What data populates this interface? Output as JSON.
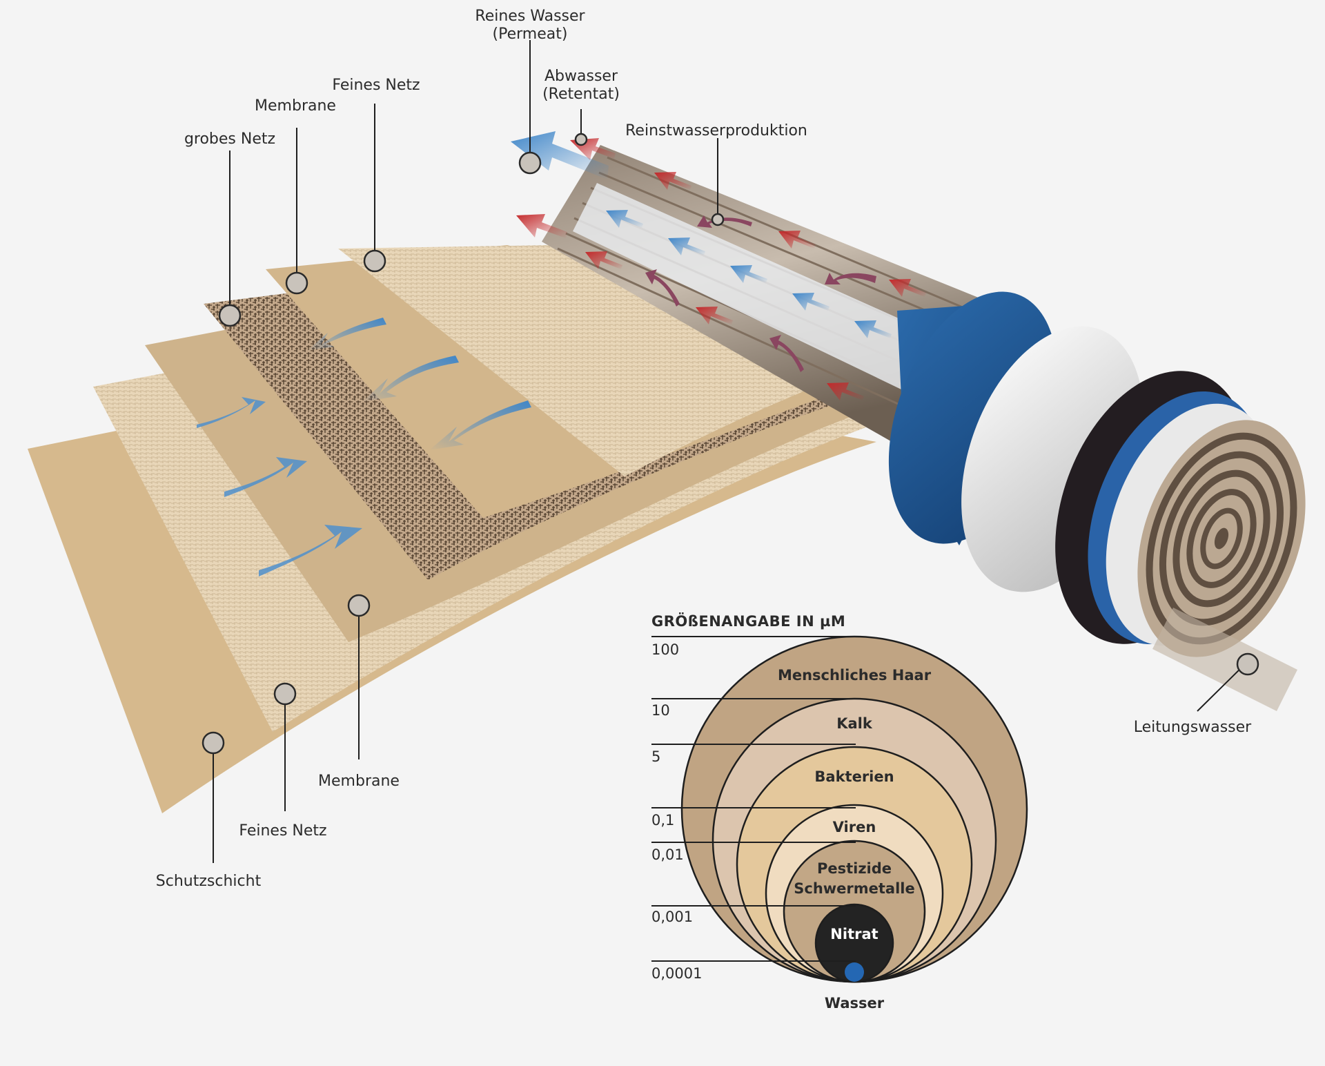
{
  "labels": {
    "reines_wasser_1": "Reines Wasser",
    "reines_wasser_2": "(Permeat)",
    "abwasser_1": "Abwasser",
    "abwasser_2": "(Retentat)",
    "reinstwasser": "Reinstwasserproduktion",
    "feines_netz_top": "Feines Netz",
    "membrane_top": "Membrane",
    "grobes_netz": "grobes Netz",
    "leitungswasser": "Leitungswasser",
    "membrane_bottom": "Membrane",
    "feines_netz_bottom": "Feines Netz",
    "schutzschicht": "Schutzschicht"
  },
  "scale": {
    "title": "GRÖßENANGABE IN µM",
    "ticks": [
      "100",
      "10",
      "5",
      "0,1",
      "0,01",
      "0,001",
      "0,0001"
    ],
    "circles": [
      {
        "name": "Menschliches Haar",
        "color": "#c0a483"
      },
      {
        "name": "Kalk",
        "color": "#dcc5ae"
      },
      {
        "name": "Bakterien",
        "color": "#e4c89c"
      },
      {
        "name": "Viren",
        "color": "#f0dcc0"
      },
      {
        "name": "Pestizide",
        "name2": "Schwermetalle",
        "color": "#c2a786"
      },
      {
        "name": "Nitrat",
        "color": "#232323"
      }
    ],
    "bottom_label": "Wasser",
    "water_color": "#2467b3"
  },
  "colors": {
    "tube_blue": "#1f5a99",
    "permeat_blue": "#3f86c9",
    "retentat_red": "#c4282a",
    "layer_tan": "#d8bd92"
  }
}
